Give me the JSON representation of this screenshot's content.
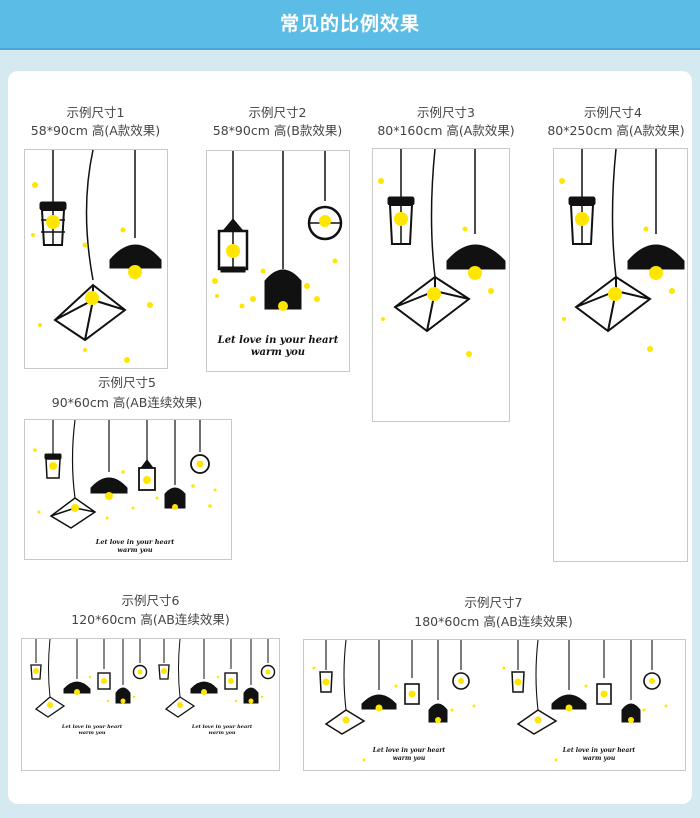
{
  "header": {
    "title": "常见的比例效果"
  },
  "samples": [
    {
      "name": "示例尺寸1",
      "size": "58*90cm 高(A款效果)"
    },
    {
      "name": "示例尺寸2",
      "size": "58*90cm 高(B款效果)",
      "text1": "Let love in your heart",
      "text2": "warm you"
    },
    {
      "name": "示例尺寸3",
      "size": "80*160cm 高(A款效果)"
    },
    {
      "name": "示例尺寸4",
      "size": "80*250cm 高(A款效果)"
    },
    {
      "name": "示例尺寸5",
      "size": "90*60cm 高(AB连续效果)",
      "text1": "Let love in your heart",
      "text2": "warm you"
    },
    {
      "name": "示例尺寸6",
      "size": "120*60cm 高(AB连续效果)",
      "text1": "Let love in your heart",
      "text2": "warm you"
    },
    {
      "name": "示例尺寸7",
      "size": "180*60cm 高(AB连续效果)",
      "text1": "Let love in your heart",
      "text2": "warm you"
    }
  ],
  "colors": {
    "header": "#5bbde6",
    "background": "#d5eaf0",
    "lamp": "#111111",
    "bulb": "#ffe600",
    "star": "#ffe600"
  }
}
